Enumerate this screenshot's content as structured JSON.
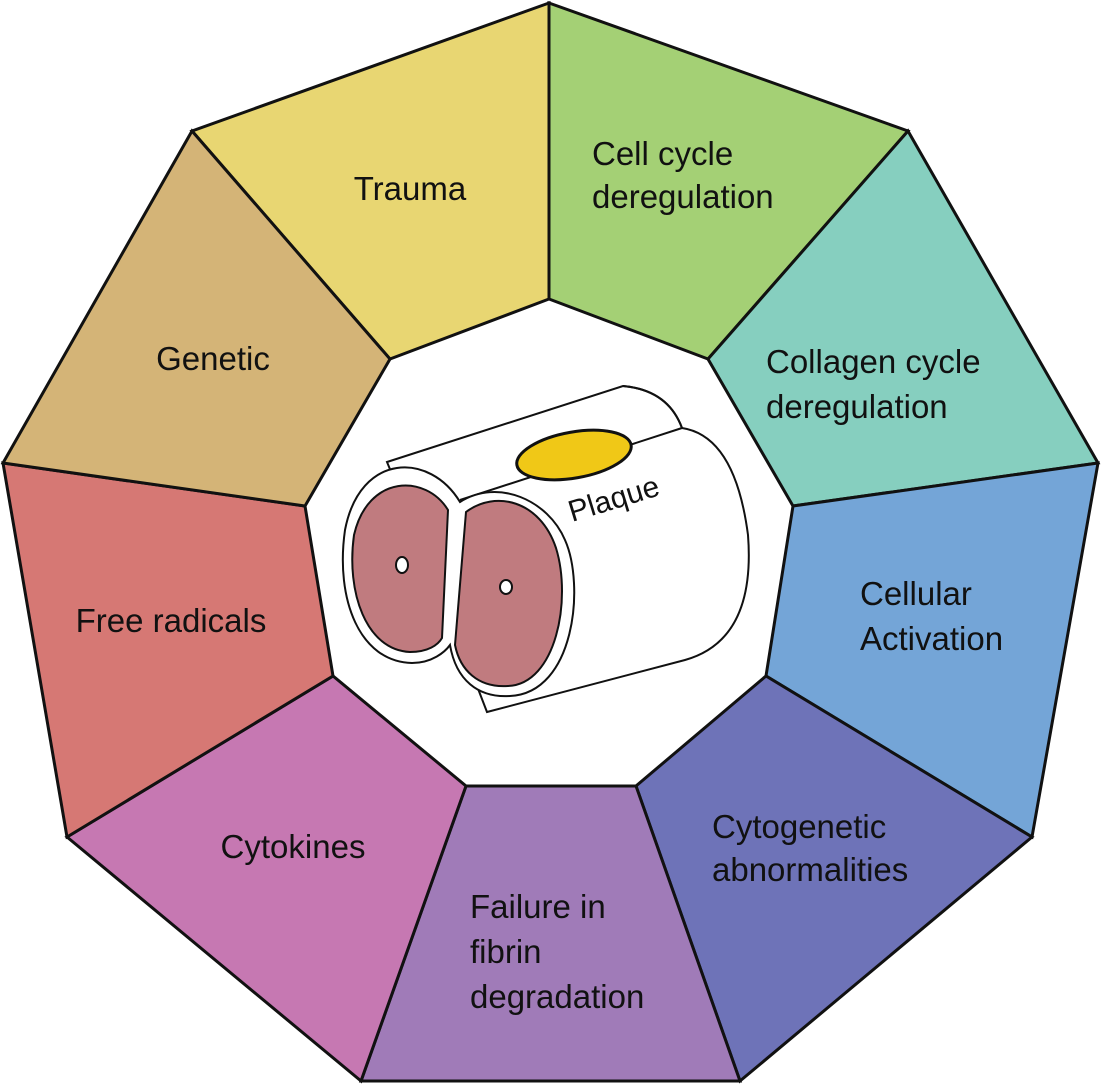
{
  "segments": [
    {
      "id": "trauma",
      "lines": [
        "Trauma"
      ],
      "color": "#e8d672"
    },
    {
      "id": "cell-cycle",
      "lines": [
        "Cell cycle",
        "deregulation"
      ],
      "color": "#a4d075"
    },
    {
      "id": "collagen-cycle",
      "lines": [
        "Collagen cycle",
        "deregulation"
      ],
      "color": "#86cfbf"
    },
    {
      "id": "cellular-activation",
      "lines": [
        "Cellular",
        "Activation"
      ],
      "color": "#74a5d7"
    },
    {
      "id": "cytogenetic",
      "lines": [
        "Cytogenetic",
        "abnormalities"
      ],
      "color": "#6e73b8"
    },
    {
      "id": "fibrin",
      "lines": [
        "Failure in",
        "fibrin",
        "degradation"
      ],
      "color": "#a07bb8"
    },
    {
      "id": "cytokines",
      "lines": [
        "Cytokines"
      ],
      "color": "#c678b2"
    },
    {
      "id": "free-radicals",
      "lines": [
        "Free radicals"
      ],
      "color": "#d67874"
    },
    {
      "id": "genetic",
      "lines": [
        "Genetic"
      ],
      "color": "#d4b477"
    }
  ],
  "center": {
    "label": "Plaque",
    "tissue_color": "#c07b7f",
    "plaque_color": "#f0c817"
  }
}
